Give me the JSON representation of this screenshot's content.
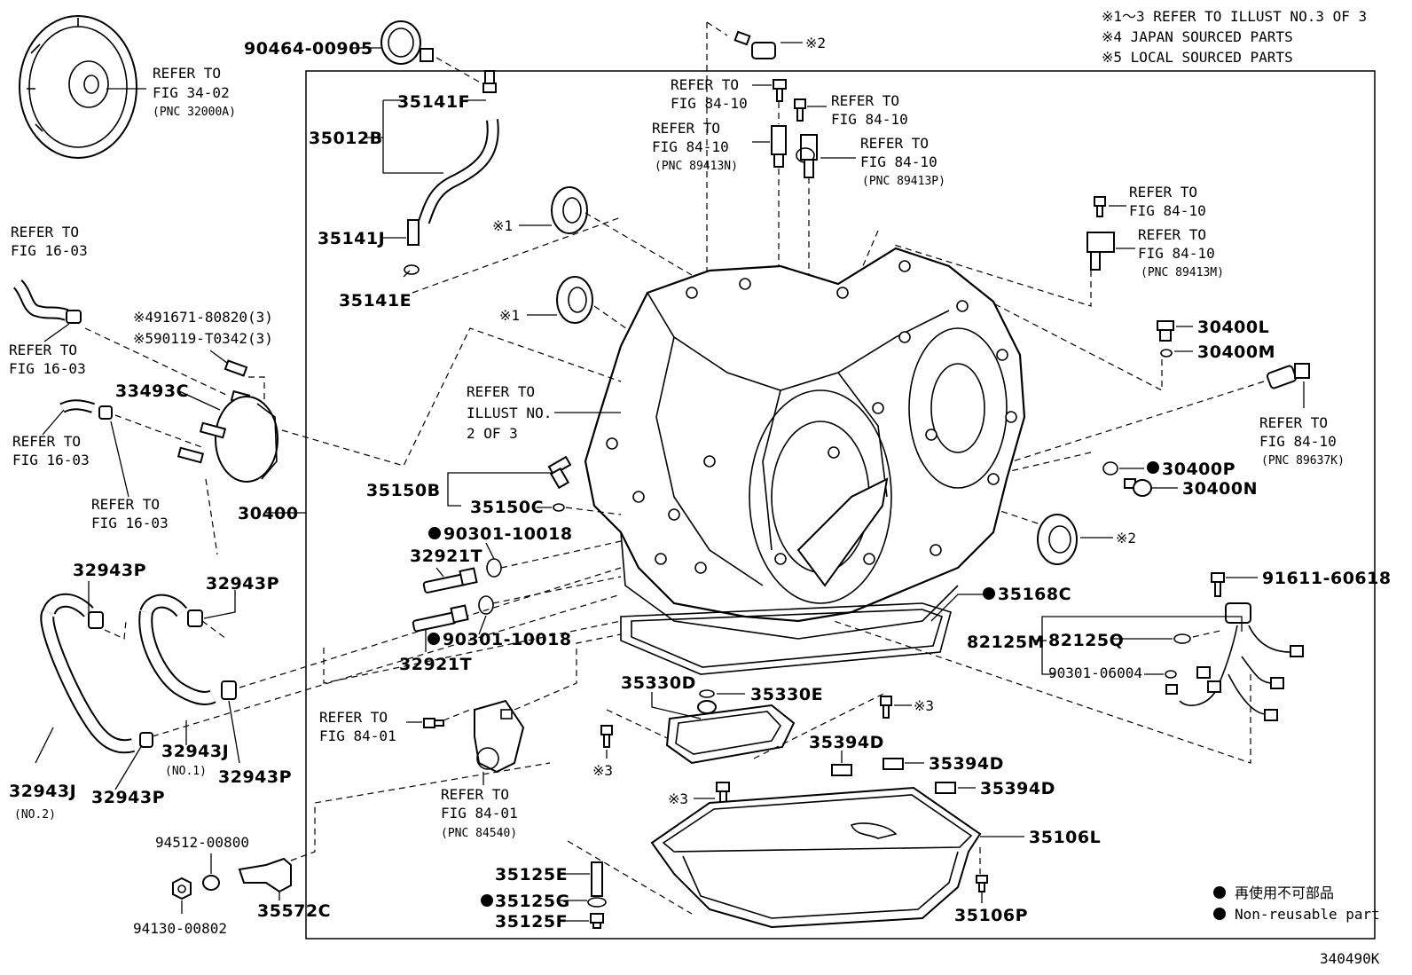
{
  "figure_id": "340490K",
  "notes": [
    "※1～3 REFER TO ILLUST NO.3 OF 3",
    "※4 JAPAN SOURCED PARTS",
    "※5 LOCAL SOURCED PARTS"
  ],
  "legend": {
    "jp": "再使用不可部品",
    "en": "Non-reusable part"
  },
  "refs": {
    "converter_l1": "REFER TO",
    "converter_l2": "FIG 34-02",
    "converter_l3": "(PNC 32000A)",
    "hose1_l1": "REFER TO",
    "hose1_l2": "FIG 16-03",
    "hose2_l1": "REFER TO",
    "hose2_l2": "FIG 16-03",
    "hose3_l1": "REFER TO",
    "hose3_l2": "FIG 16-03",
    "hose4_l1": "REFER TO",
    "hose4_l2": "FIG 16-03",
    "s1_l1": "REFER TO",
    "s1_l2": "FIG 84-10",
    "s2_l1": "REFER TO",
    "s2_l2": "FIG 84-10",
    "s3_l1": "REFER TO",
    "s3_l2": "FIG 84-10",
    "s3_l3": "(PNC 89413N)",
    "s4_l1": "REFER TO",
    "s4_l2": "FIG 84-10",
    "s4_l3": "(PNC 89413P)",
    "s5_l1": "REFER TO",
    "s5_l2": "FIG 84-10",
    "s6_l1": "REFER TO",
    "s6_l2": "FIG 84-10",
    "s6_l3": "(PNC 89413M)",
    "s7_l1": "REFER TO",
    "s7_l2": "FIG 84-10",
    "s7_l3": "(PNC 89637K)",
    "ill_l1": "REFER TO",
    "ill_l2": "ILLUST NO.",
    "ill_l3": "2 OF 3",
    "n1_l1": "REFER TO",
    "n1_l2": "FIG 84-01",
    "n2_l1": "REFER TO",
    "n2_l2": "FIG 84-01",
    "n2_l3": "(PNC 84540)"
  },
  "parts": {
    "p90464": "90464-00905",
    "p35141F": "35141F",
    "p35012B": "35012B",
    "p35141J": "35141J",
    "p35141E": "35141E",
    "p491671": "※491671-80820(3)",
    "p590119": "※590119-T0342(3)",
    "p33493C": "33493C",
    "p30400": "30400",
    "p35150B": "35150B",
    "p35150C": "35150C",
    "p90301a": "90301-10018",
    "p32921Ta": "32921T",
    "p90301b": "90301-10018",
    "p32921Tb": "32921T",
    "p32943Pa": "32943P",
    "p32943Pb": "32943P",
    "p32943Pc": "32943P",
    "p32943Pd": "32943P",
    "p32943Ja": "32943J",
    "p32943Ja_sub": "(NO.1)",
    "p32943Jb": "32943J",
    "p32943Jb_sub": "(NO.2)",
    "p94512": "94512-00800",
    "p94130": "94130-00802",
    "p35572C": "35572C",
    "p35125E": "35125E",
    "p35125G": "35125G",
    "p35125F": "35125F",
    "p35330D": "35330D",
    "p35330E": "35330E",
    "p35394Da": "35394D",
    "p35394Db": "35394D",
    "p35394Dc": "35394D",
    "p35106L": "35106L",
    "p35106P": "35106P",
    "p30400L": "30400L",
    "p30400M": "30400M",
    "p30400P": "30400P",
    "p30400N": "30400N",
    "p91611": "91611-60618",
    "p35168C": "35168C",
    "p82125M": "82125M",
    "p82125Q": "82125Q",
    "p90301c": "90301-06004",
    "m1a": "※1",
    "m1b": "※1",
    "m2a": "※2",
    "m2b": "※2",
    "m3a": "※3",
    "m3b": "※3",
    "m3c": "※3"
  }
}
